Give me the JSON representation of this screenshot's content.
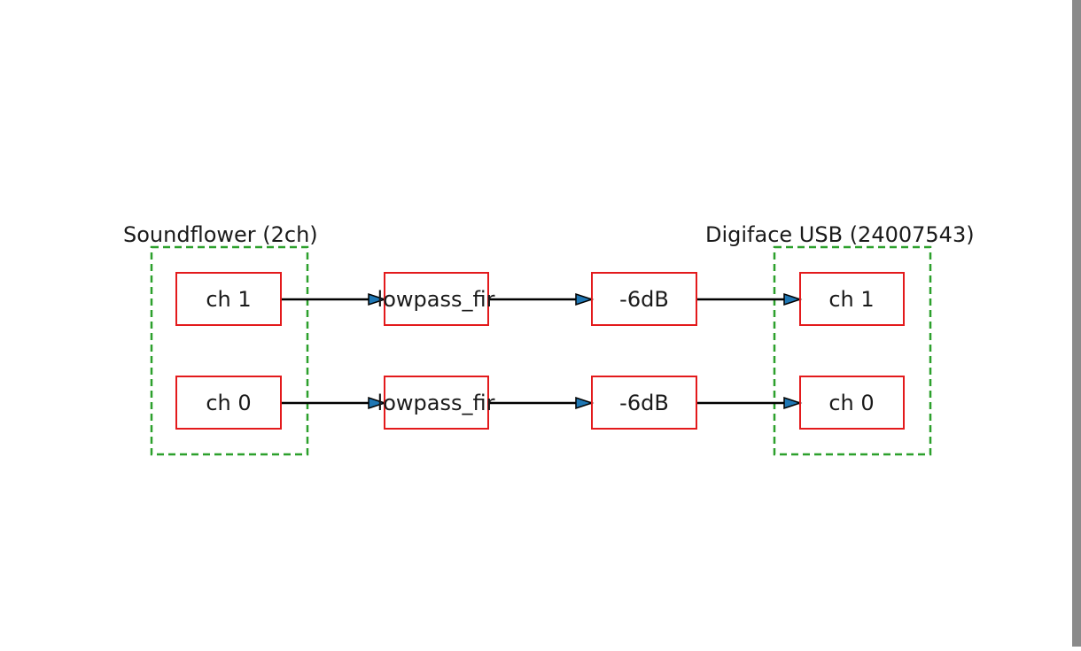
{
  "diagram": {
    "groups": [
      {
        "id": "source",
        "label": "Soundflower (2ch)",
        "color": "#2ca02c"
      },
      {
        "id": "sink",
        "label": "Digiface USB (24007543)",
        "color": "#2ca02c"
      }
    ],
    "rows": [
      {
        "source": "ch 1",
        "filter": "lowpass_fir",
        "gain": "-6dB",
        "sink": "ch 1"
      },
      {
        "source": "ch 0",
        "filter": "lowpass_fir",
        "gain": "-6dB",
        "sink": "ch 0"
      }
    ],
    "colors": {
      "node_border": "#e31a1c",
      "group_border": "#2ca02c",
      "edge": "#000000",
      "arrowhead": "#1f77b4"
    }
  }
}
